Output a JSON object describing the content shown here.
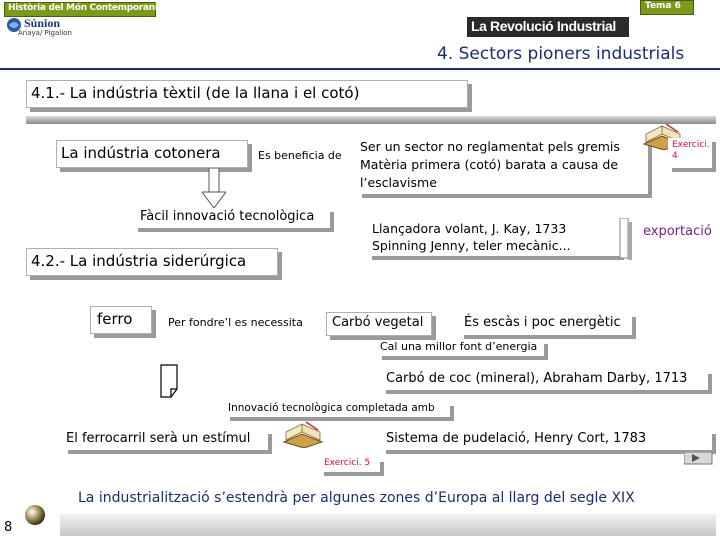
{
  "header": {
    "course": "Història del Món Contemporani",
    "logo_name": "Súnion",
    "logo_sub": "Anaya/ Pigalion",
    "top_right": "Tema 6",
    "title": "La Revolució Industrial",
    "section_prefix": "4. Sectors",
    "section_suffix": " pioners industrials"
  },
  "colors": {
    "accent_blue": "#1a2e6e",
    "accent_pink": "#e0005e",
    "accent_purple": "#7a1f8a",
    "box_shadow": "#9a9a9a"
  },
  "textile": {
    "heading": "4.1.- La indústria tèxtil (de la llana i el cotó)",
    "cotton_industry": "La indústria cotonera",
    "benefits_from": "Es beneficia de",
    "reasons": "Ser un sector no reglamentat pels gremis\nMatèria primera (cotó) barata a causa de l’esclavisme",
    "exercise_link": "Exercici. 4",
    "easy_innovation": "Fàcil innovació tecnològica",
    "inventions": "Llançadora volant, J. Kay, 1733\nSpinning Jenny, teler mecànic...",
    "export": "exportació"
  },
  "steel": {
    "heading": "4.2.- La indústria siderúrgica",
    "iron": "ferro",
    "to_melt": "Per fondre’l es necessita",
    "charcoal": "Carbó vegetal",
    "scarce": "És escàs i poc energètic",
    "need_energy": "Cal una millor font d’energia",
    "coke": "Carbó de coc (mineral), Abraham Darby, 1713",
    "innovation_done": "Innovació tecnològica completada amb",
    "railway": "El ferrocarril serà un estímul",
    "puddling": "Sistema de pudelació, Henry Cort, 1783",
    "exercise_link": "Exercici. 5"
  },
  "footer": {
    "conclusion": "La industrialització s’estendrà per algunes zones d’Europa al llarg del segle XIX",
    "page_number": "8"
  },
  "icons": [
    "book-icon",
    "document-icon",
    "arrow-right-icon",
    "arrow-down-icon",
    "sphere-nav-icon",
    "globe-logo-icon"
  ]
}
